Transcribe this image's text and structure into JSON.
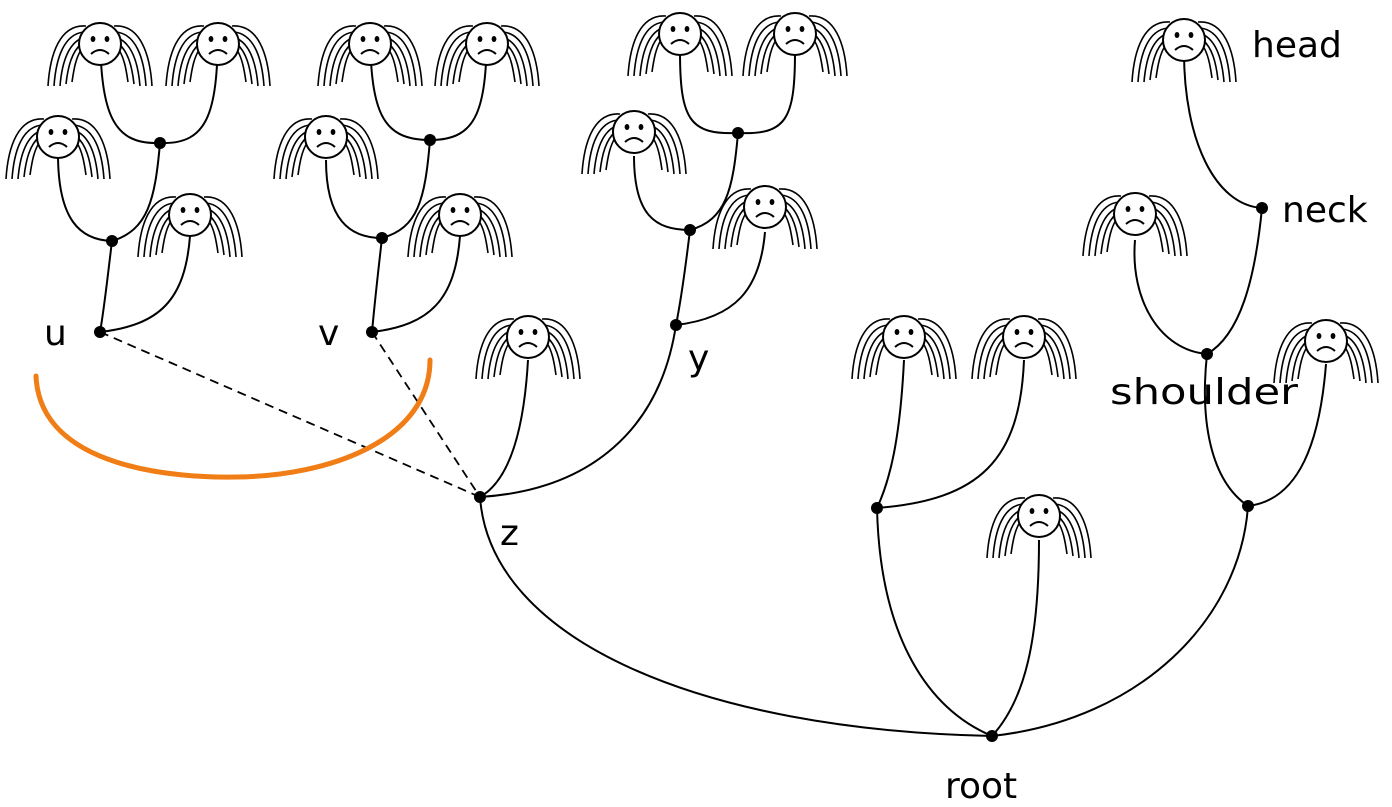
{
  "diagram": {
    "labels": {
      "u": "u",
      "v": "v",
      "y": "y",
      "z": "z",
      "root": "root",
      "head": "head",
      "neck": "neck",
      "shoulder": "shoulder"
    },
    "colors": {
      "line": "#000000",
      "highlight_arc": "#f07d16",
      "background": "#ffffff"
    },
    "icons": {
      "face": "sad-face-with-hair-icon",
      "node": "node-dot-icon"
    }
  }
}
